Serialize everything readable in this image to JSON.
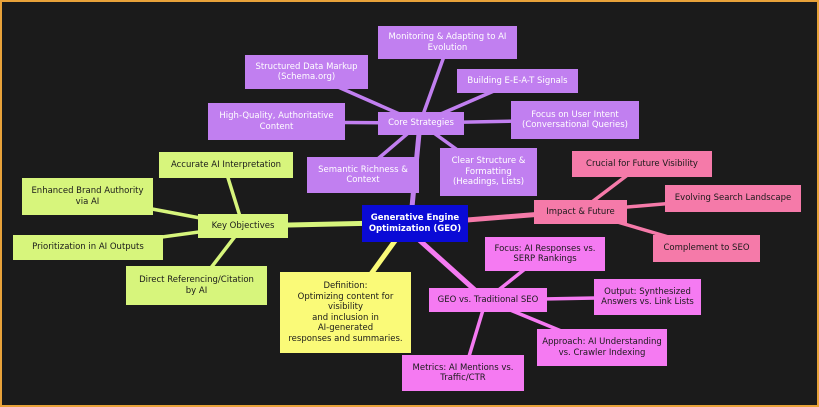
{
  "root": {
    "label": "Generative Engine\nOptimization (GEO)"
  },
  "core_strategies": {
    "label": "Core Strategies",
    "monitoring": "Monitoring & Adapting to AI\nEvolution",
    "structured_data": "Structured Data Markup\n(Schema.org)",
    "eeat": "Building E-E-A-T Signals",
    "high_quality": "High-Quality, Authoritative\nContent",
    "user_intent": "Focus on User Intent\n(Conversational Queries)",
    "semantic": "Semantic Richness &\nContext",
    "clear_structure": "Clear Structure &\nFormatting\n(Headings, Lists)"
  },
  "key_objectives": {
    "label": "Key Objectives",
    "accurate": "Accurate AI Interpretation",
    "brand": "Enhanced Brand Authority\nvia AI",
    "prioritization": "Prioritization in AI Outputs",
    "referencing": "Direct Referencing/Citation\nby AI"
  },
  "definition": {
    "label": "Definition:\nOptimizing content for\nvisibility\nand inclusion in\nAI-generated\nresponses and summaries."
  },
  "impact": {
    "label": "Impact & Future",
    "crucial": "Crucial for Future Visibility",
    "evolving": "Evolving Search Landscape",
    "complement": "Complement to SEO"
  },
  "geo_vs_seo": {
    "label": "GEO vs. Traditional SEO",
    "focus": "Focus: AI Responses vs.\nSERP Rankings",
    "output": "Output: Synthesized\nAnswers vs. Link Lists",
    "approach": "Approach: AI Understanding\nvs. Crawler Indexing",
    "metrics": "Metrics: AI Mentions vs.\nTraffic/CTR"
  },
  "colors": {
    "background": "#1b1b1b",
    "border": "#e8a23a",
    "root": "#0a0ad6",
    "core_strategies": "#c17ff0",
    "key_objectives": "#d7f57c",
    "definition": "#fafa78",
    "impact": "#f57aa9",
    "geo_vs_seo": "#f57af2"
  }
}
